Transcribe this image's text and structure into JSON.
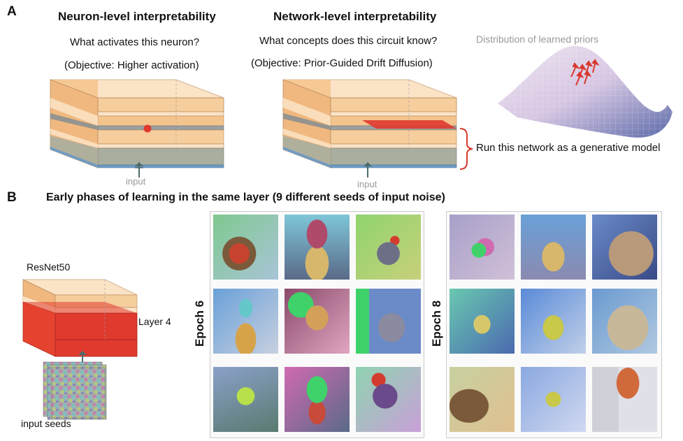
{
  "panel_a": {
    "letter": "A",
    "left": {
      "title": "Neuron-level interpretability",
      "question": "What activates this neuron?",
      "objective": "(Objective: Higher activation)",
      "input_label": "input"
    },
    "right": {
      "title": "Network-level interpretability",
      "question": "What concepts does this circuit know?",
      "objective": "(Objective: Prior-Guided Drift Diffusion)",
      "input_label": "input"
    },
    "prior_label": "Distribution of learned priors",
    "generative_label": "Run this network as a generative model"
  },
  "panel_b": {
    "letter": "B",
    "title": "Early phases of learning in the same layer (9 different seeds of input noise)",
    "model_label": "ResNet50",
    "layer_label": "Layer 4",
    "seeds_label": "input seeds",
    "epochs": [
      {
        "label": "Epoch 6"
      },
      {
        "label": "Epoch 8"
      }
    ]
  },
  "colors": {
    "slab_orange": "#f4c48e",
    "slab_light": "#fbe3c6",
    "slab_gray": "#9aa0a0",
    "slab_blue": "#6f9bc4",
    "activation_red": "#e03a2f",
    "brace_red": "#d9392c"
  }
}
